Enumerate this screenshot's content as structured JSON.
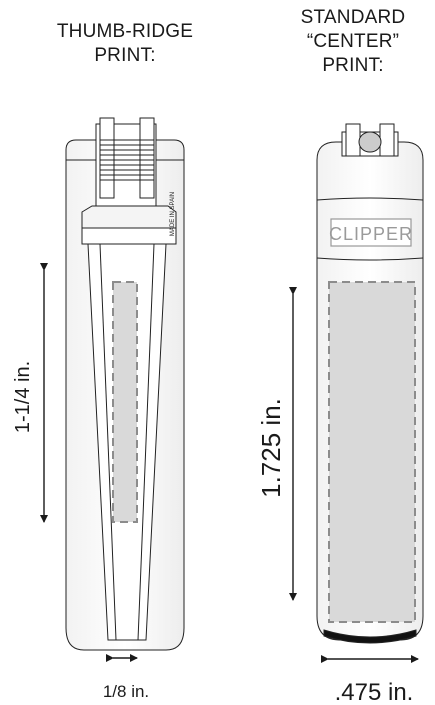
{
  "left": {
    "heading_lines": [
      "THUMB-RIDGE",
      "PRINT:"
    ],
    "vertical_dimension": "1-1/4 in.",
    "width_dimension": "1/8 in.",
    "stamp_text": "MADE IN SPAIN"
  },
  "right": {
    "heading_lines": [
      "STANDARD",
      "“CENTER”",
      "PRINT:"
    ],
    "brand_label": "CLIPPER",
    "vertical_dimension": "1.725 in.",
    "width_dimension": ".475 in."
  },
  "colors": {
    "outline": "#222222",
    "print_area_fill": "#d9d9d9",
    "print_area_dash": "#8c8c8c",
    "body_fill": "#ffffff"
  }
}
